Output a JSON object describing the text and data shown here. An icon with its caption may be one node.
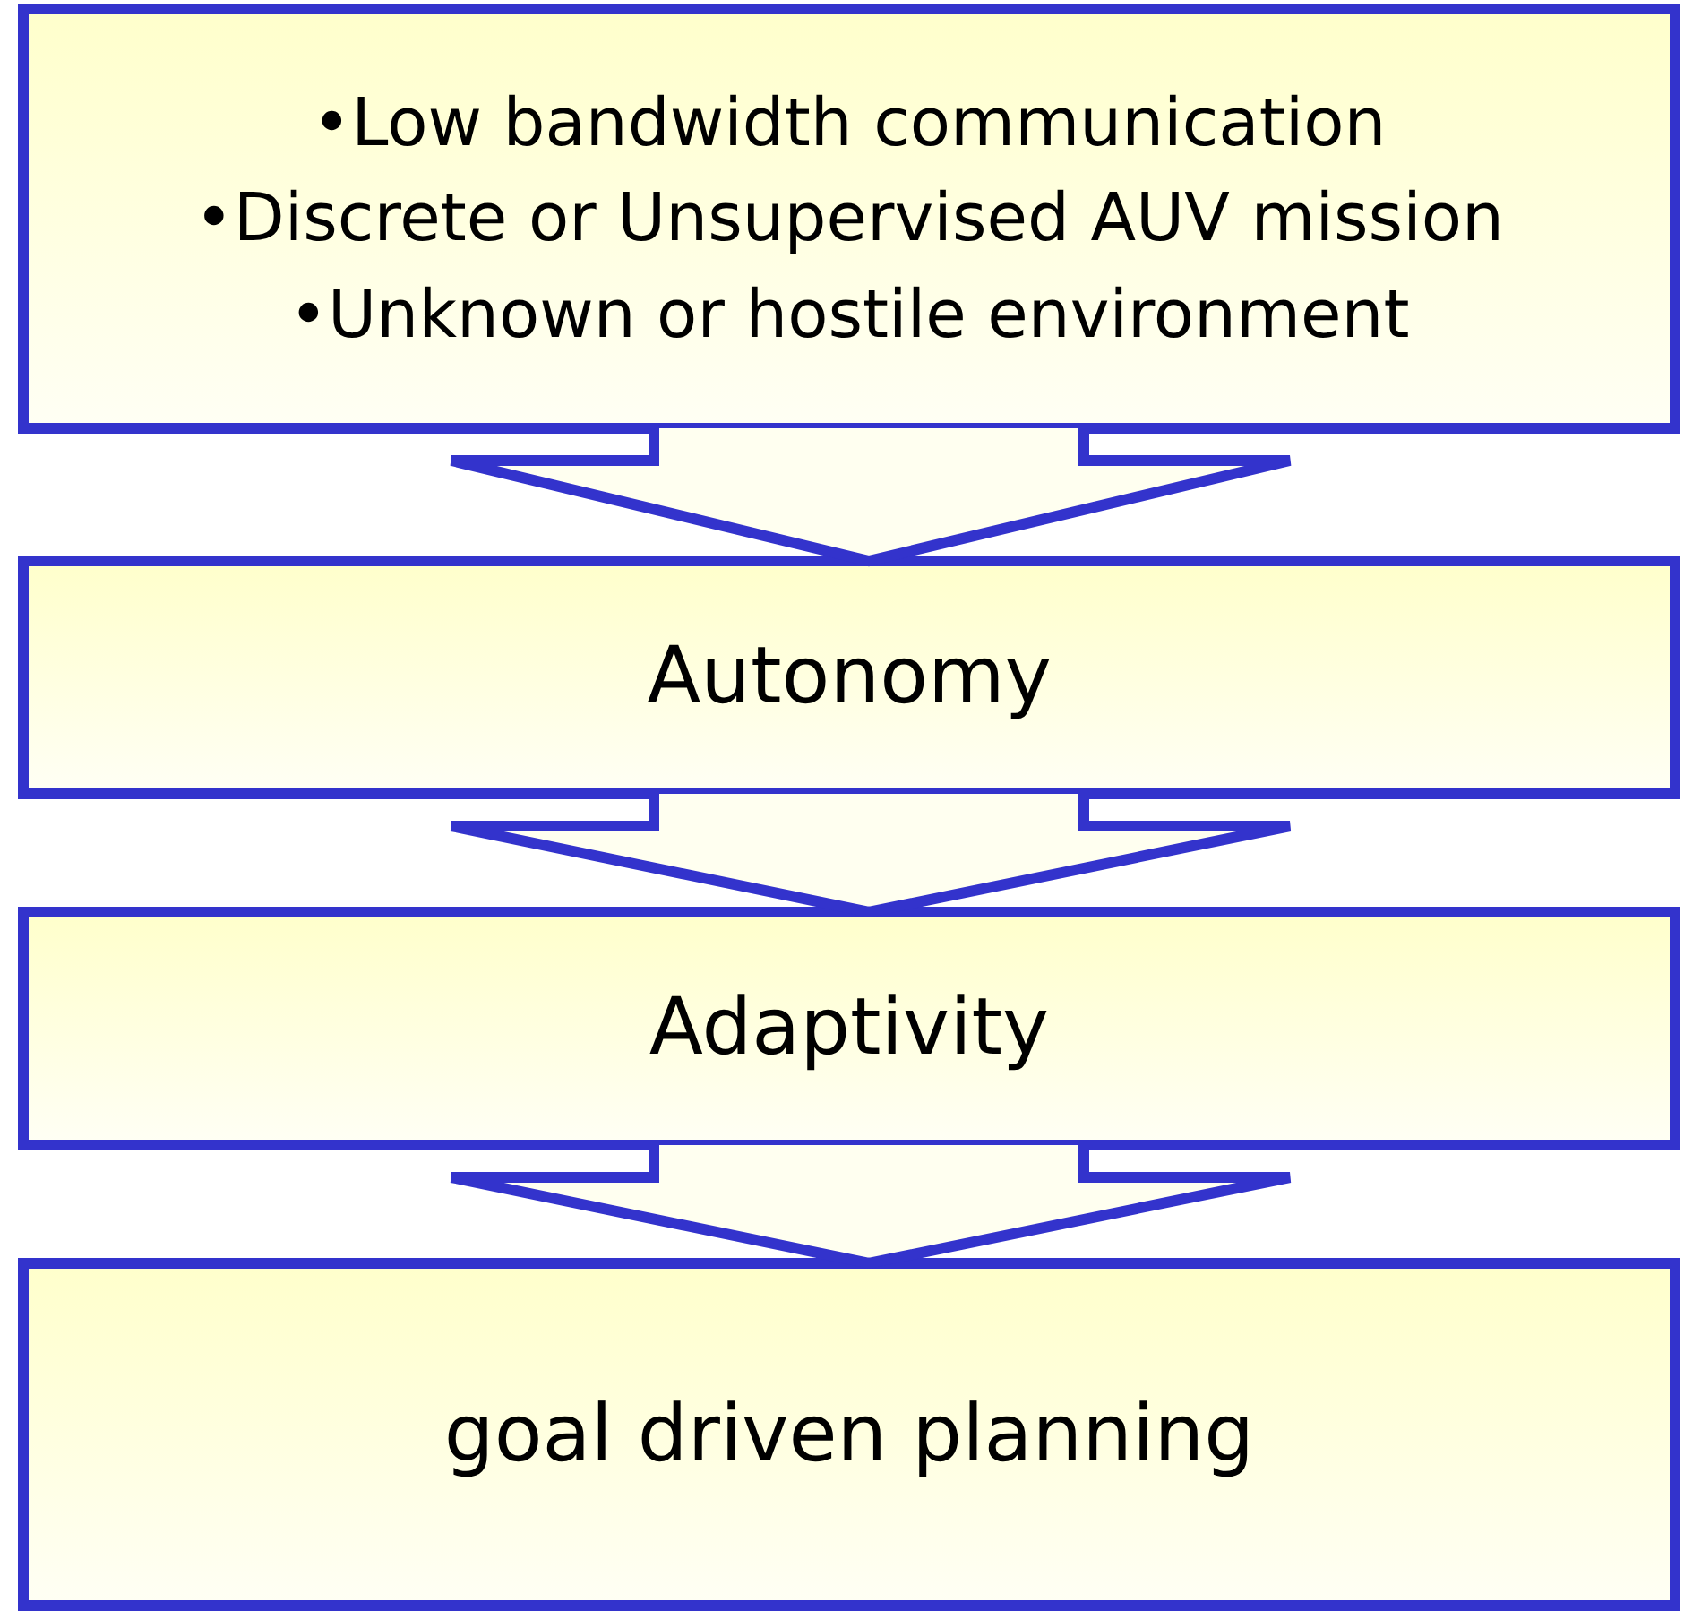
{
  "diagram": {
    "nodes": [
      {
        "text": [
          "•Low bandwidth communication",
          "•Discrete or Unsupervised AUV mission",
          "•Unknown or hostile environment"
        ]
      },
      {
        "text": [
          "Autonomy"
        ]
      },
      {
        "text": [
          "Adaptivity"
        ]
      },
      {
        "text": [
          "goal driven planning"
        ]
      }
    ],
    "edges": [
      {
        "from": 0,
        "to": 1,
        "arrow": "to"
      },
      {
        "from": 1,
        "to": 2,
        "arrow": "to"
      },
      {
        "from": 2,
        "to": 3,
        "arrow": "to"
      }
    ]
  }
}
